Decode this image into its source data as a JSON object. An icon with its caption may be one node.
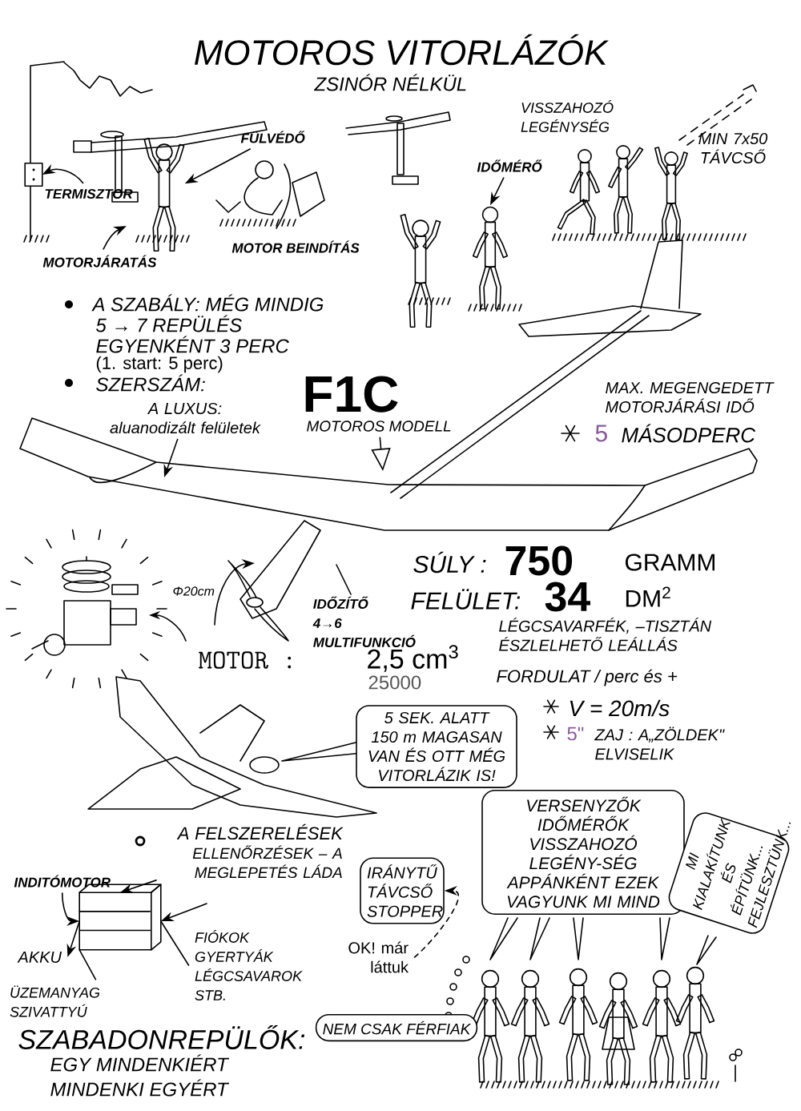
{
  "diagram": {
    "title": "MOTOROS VITORLÁZÓK",
    "nodes": [
      {
        "text": [
          "FÜLVÉDŐ"
        ]
      },
      {
        "text": [
          "IDŐMÉRŐ"
        ]
      },
      {
        "text": [
          "TERMISZTOR"
        ]
      },
      {
        "text": [
          "MOTORJÁRATÁS"
        ]
      },
      {
        "text": [
          "A LUXUS: aluanodizált felületek"
        ]
      },
      {
        "text": [
          "MOTOROS MODELL"
        ]
      },
      {
        "text": [
          "IDŐZÍTŐ",
          "4→6",
          "MULTIFUNKCIÓ"
        ]
      },
      {
        "text": [
          "5 SEK. ALATT 150 m MAGASAN VAN ÉS OTT MÉG VITORLÁZIK IS!"
        ]
      },
      {
        "text": [
          "VERSENYZŐK IDŐMÉRŐK VISSZAHOZÓ LEGÉNY-SÉG APPÁNKÉNT EZEK VAGYUNK MI MIND"
        ]
      },
      {
        "text": [
          "MI KIALAKÍTUNK ÉS ÉPÍTÜNK... FEJLESZTÜNK..."
        ]
      },
      {
        "text": [
          "A FELSZERELÉSEK",
          "ELLENŐRZÉSEK – A MEGLEPETÉS LÁDA"
        ]
      },
      {
        "text": [],
        "shape": "picture"
      },
      {
        "text": [
          "INDITÓMOTOR"
        ]
      },
      {
        "text": [
          "IRÁNYTŰ TÁVCSŐ STOPPER"
        ]
      },
      {
        "text": [
          "FIÓKOK GYERTYÁK LÉGCSAVAROK STB."
        ]
      },
      {
        "text": [
          "AKKU"
        ]
      },
      {
        "text": [
          "OK! már láttuk"
        ]
      },
      {
        "text": [
          "ÜZEMANYAG SZIVATTYÚ"
        ]
      },
      {
        "text": [
          "NEM CSAK FÉRFIAK"
        ]
      },
      {
        "text": [],
        "shape": "person"
      },
      {
        "text": [],
        "shape": "person"
      },
      {
        "text": [],
        "shape": "box"
      }
    ],
    "edges": [
      {
        "from": 0,
        "to": 19,
        "arrow": "to"
      },
      {
        "from": 1,
        "to": 20,
        "arrow": "to"
      },
      {
        "from": 2,
        "to": 21,
        "arrow": "to"
      },
      {
        "from": 3,
        "to": null,
        "arrow": "to"
      },
      {
        "from": 4,
        "to": null,
        "arrow": "to"
      },
      {
        "from": 5,
        "to": null,
        "arrow": "to"
      },
      {
        "from": 6,
        "to": null,
        "arrow": "none"
      },
      {
        "from": 10,
        "to": 11,
        "arrow": "to"
      },
      {
        "from": 12,
        "to": 11,
        "arrow": "to"
      },
      {
        "from": 11,
        "to": 15,
        "arrow": "to"
      },
      {
        "from": 17,
        "to": 11,
        "arrow": "none"
      },
      {
        "from": 14,
        "to": 11,
        "arrow": "none"
      },
      {
        "from": 16,
        "to": 13,
        "arrow": "to",
        "style": "dashed"
      },
      {
        "from": null,
        "to": 11,
        "arrow": "to"
      }
    ],
    "labels": [
      "ZSINÓR NÉLKÜL",
      "VISSZAHOZÓ LEGÉNYSÉG",
      "MIN 7x50 TÁVCSŐ",
      "MOTOR BEINDÍTÁS",
      "A SZABÁLY: MÉG MINDIG",
      "5 → 7 REPÜLÉS",
      "EGYENKÉNT 3 PERC",
      "(1. start: 5 perc)",
      "SZERSZÁM:",
      "F1C",
      "MAX. MEGENGEDETT MOTORJÁRÁSI IDŐ",
      "5",
      "MÁSODPERC",
      "SÚLY :",
      "750",
      "GRAMM",
      "Φ20cm",
      "FELÜLET:",
      "34",
      "DM$^{2}$",
      "LÉGCSAVARFÉK, –TISZTÁN ÉSZLELHETŐ LEÁLLÁS",
      "MOTOR :",
      "2,5 cm$^{3}$",
      "25000",
      "FORDULAT / perc és +",
      "V = 20m/s",
      "5\"",
      "ZAJ : A„ZÖLDEK\" ELVISELIK",
      "SZABADONREPÜLŐK:",
      "EGY MINDENKIÉRT",
      "MINDENKI EGYÉRT"
    ]
  }
}
